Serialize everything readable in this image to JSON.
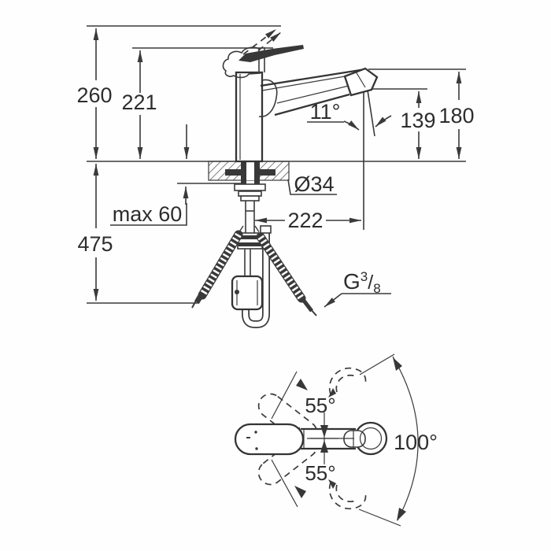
{
  "drawing": {
    "title": "pull-out-kitchen-faucet-dimension-drawing",
    "front_view": {
      "height_overall": "260",
      "height_to_lever": "221",
      "counter_thickness_max": "max 60",
      "hose_drop_below_counter": "475",
      "spout_angle": "11°",
      "outlet_height": "139",
      "spout_top_height": "180",
      "hole_diameter": "Ø34",
      "spout_reach": "222",
      "thread": {
        "prefix": "G",
        "sup": "3",
        "slash": "/",
        "sub": "8"
      }
    },
    "top_view": {
      "handle_swing_upper": "55°",
      "handle_swing_lower": "55°",
      "spout_swivel_range": "100°"
    },
    "colors": {
      "line": "#3a3a3a",
      "text": "#2d2d2d",
      "background": "#ffffff",
      "fill_dark": "#383838"
    }
  }
}
